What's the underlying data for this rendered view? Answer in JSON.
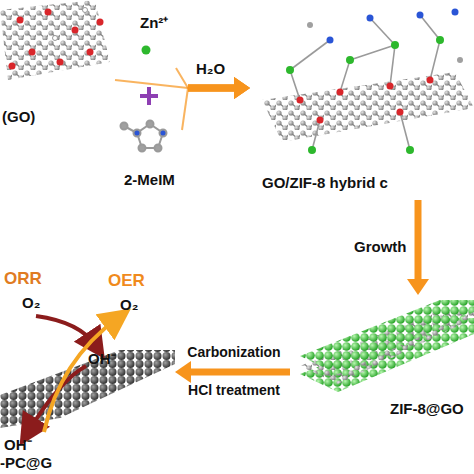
{
  "diagram": {
    "nodes": [
      {
        "text": [
          "(GO)"
        ]
      },
      {
        "text": [
          "Zn²⁺"
        ]
      },
      {
        "text": [
          "2-MeIM"
        ]
      },
      {
        "text": [
          "GO/ZIF-8 hybrid c"
        ]
      },
      {
        "text": [
          "ZIF-8@GO"
        ]
      },
      {
        "text": [
          "-PC@G"
        ]
      }
    ],
    "edges": [
      {
        "from": 0,
        "to": 3,
        "arrow": "to"
      },
      {
        "from": 1,
        "to": 3,
        "label": "H₂O",
        "arrow": "to"
      },
      {
        "from": 2,
        "to": 3,
        "arrow": "to"
      },
      {
        "from": 3,
        "to": 4,
        "label": "Growth",
        "arrow": "to"
      },
      {
        "from": 4,
        "to": 5,
        "label": "Carbonization HCl treatment",
        "arrow": "to"
      }
    ],
    "labels": [
      "ORR",
      "O₂",
      "OER",
      "O₂",
      "OH⁻",
      "OH⁻"
    ]
  }
}
